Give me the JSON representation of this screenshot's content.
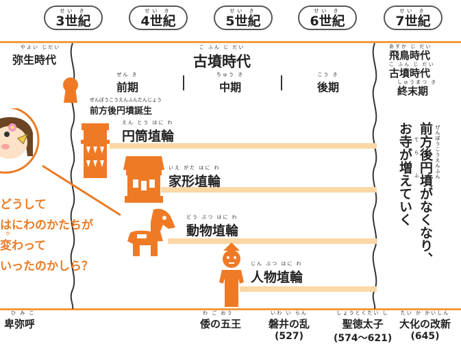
{
  "centuries": [
    {
      "ruby": "せい き",
      "label": "3世紀"
    },
    {
      "ruby": "せい き",
      "label": "4世紀"
    },
    {
      "ruby": "せい き",
      "label": "5世紀"
    },
    {
      "ruby": "せい き",
      "label": "6世紀"
    },
    {
      "ruby": "せい き",
      "label": "7世紀"
    }
  ],
  "periods": {
    "yayoi": {
      "ruby": "やよい じだい",
      "label": "弥生時代"
    },
    "kofun": {
      "ruby": "こ ふん じ だい",
      "label": "古墳時代"
    },
    "early": {
      "ruby": "ぜん き",
      "label": "前期"
    },
    "middle": {
      "ruby": "ちゅう き",
      "label": "中期"
    },
    "late": {
      "ruby": "こう き",
      "label": "後期"
    },
    "asuka": {
      "ruby": "あすか じ だい",
      "label": "飛鳥時代"
    },
    "kofun_end1": {
      "ruby": "こ ふん じ だい",
      "label": "古墳時代"
    },
    "kofun_end2": {
      "ruby": "しゅうまつ き",
      "label": "終末期"
    }
  },
  "birth": {
    "ruby": "ぜんぽうこうえんふんたんじょう",
    "label": "前方後円墳誕生"
  },
  "haniwa": [
    {
      "ruby": "えん とう はに わ",
      "label": "円筒埴輪"
    },
    {
      "ruby": "いえ がた はに わ",
      "label": "家形埴輪"
    },
    {
      "ruby": "どう ぶつ はに わ",
      "label": "動物埴輪"
    },
    {
      "ruby": "じん ぶつ はに わ",
      "label": "人物埴輪"
    }
  ],
  "vertical_text": {
    "col1": "前方後円墳がなくなり、",
    "col2": "お寺が増えていく",
    "ruby1": "ぜんぽうこうえんふん",
    "ruby2": "てら ふ"
  },
  "question": {
    "line1": "どうして",
    "line2": "はにわのかたちが",
    "line3": "変わって",
    "line4": "いったのかしら？",
    "ruby3": "か"
  },
  "events": [
    {
      "ruby": "ひ み こ",
      "label": "卑弥呼",
      "year": ""
    },
    {
      "ruby": "わ ご おう",
      "label": "倭の五王",
      "year": ""
    },
    {
      "ruby": "いわ い らん",
      "label": "磐井の乱",
      "year": "(527)"
    },
    {
      "ruby": "しょうとくたい し",
      "label": "聖徳太子",
      "year": "(574〜621)"
    },
    {
      "ruby": "たい か かいしん",
      "label": "大化の改新",
      "year": "(645)"
    }
  ],
  "colors": {
    "accent": "#f39a3d",
    "band": "#fbd8a6",
    "haniwa": "#ef7a26",
    "question": "#ea7a23"
  }
}
